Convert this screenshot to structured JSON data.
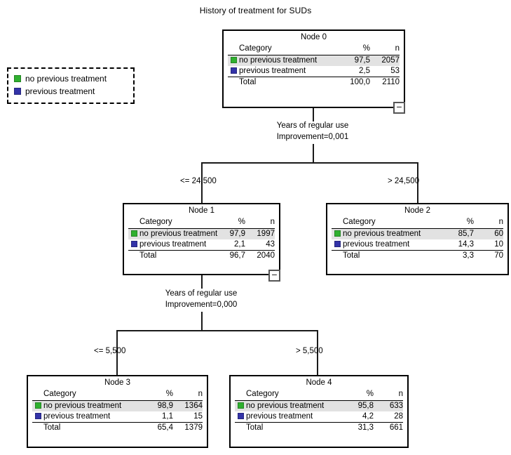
{
  "title": "History of treatment for SUDs",
  "colors": {
    "category_no_previous": "#2fb02f",
    "category_previous": "#3333a8",
    "row_highlight": "#e2e2e2",
    "line": "#1a1a1a"
  },
  "legend": {
    "items": [
      {
        "label": "no previous treatment",
        "color": "#2fb02f"
      },
      {
        "label": "previous treatment",
        "color": "#3333a8"
      }
    ]
  },
  "table_headers": {
    "category": "Category",
    "percent": "%",
    "n": "n",
    "total": "Total"
  },
  "nodes": [
    {
      "id": "node0",
      "title": "Node 0",
      "rows": [
        {
          "label": "no previous treatment",
          "pct": "97,5",
          "n": "2057"
        },
        {
          "label": "previous treatment",
          "pct": "2,5",
          "n": "53"
        }
      ],
      "total": {
        "label": "Total",
        "pct": "100,0",
        "n": "2110"
      },
      "collapse": "−"
    },
    {
      "id": "node1",
      "title": "Node 1",
      "rows": [
        {
          "label": "no previous treatment",
          "pct": "97,9",
          "n": "1997"
        },
        {
          "label": "previous treatment",
          "pct": "2,1",
          "n": "43"
        }
      ],
      "total": {
        "label": "Total",
        "pct": "96,7",
        "n": "2040"
      },
      "collapse": "−"
    },
    {
      "id": "node2",
      "title": "Node 2",
      "rows": [
        {
          "label": "no previous treatment",
          "pct": "85,7",
          "n": "60"
        },
        {
          "label": "previous treatment",
          "pct": "14,3",
          "n": "10"
        }
      ],
      "total": {
        "label": "Total",
        "pct": "3,3",
        "n": "70"
      },
      "collapse": null
    },
    {
      "id": "node3",
      "title": "Node 3",
      "rows": [
        {
          "label": "no previous treatment",
          "pct": "98,9",
          "n": "1364"
        },
        {
          "label": "previous treatment",
          "pct": "1,1",
          "n": "15"
        }
      ],
      "total": {
        "label": "Total",
        "pct": "65,4",
        "n": "1379"
      },
      "collapse": null
    },
    {
      "id": "node4",
      "title": "Node 4",
      "rows": [
        {
          "label": "no previous treatment",
          "pct": "95,8",
          "n": "633"
        },
        {
          "label": "previous treatment",
          "pct": "4,2",
          "n": "28"
        }
      ],
      "total": {
        "label": "Total",
        "pct": "31,3",
        "n": "661"
      },
      "collapse": null
    }
  ],
  "splits": [
    {
      "id": "split0",
      "variable": "Years of regular use",
      "improvement": "Improvement=0,001",
      "left_branch": "<= 24,500",
      "right_branch": "> 24,500"
    },
    {
      "id": "split1",
      "variable": "Years of regular use",
      "improvement": "Improvement=0,000",
      "left_branch": "<= 5,500",
      "right_branch": "> 5,500"
    }
  ],
  "chart_data": {
    "type": "tree",
    "title": "History of treatment for SUDs",
    "target": "History of treatment for SUDs",
    "classes": [
      "no previous treatment",
      "previous treatment"
    ],
    "total_n": 2110,
    "tree": [
      {
        "node": "Node 0",
        "depth": 0,
        "parent": null,
        "branch_condition": null,
        "percent": [
          97.5,
          2.5
        ],
        "counts": [
          2057,
          53
        ],
        "total_percent": 100.0,
        "total_n": 2110,
        "split_variable": "Years of regular use",
        "split_improvement": 0.001
      },
      {
        "node": "Node 1",
        "depth": 1,
        "parent": "Node 0",
        "branch_condition": "<= 24,500",
        "percent": [
          97.9,
          2.1
        ],
        "counts": [
          1997,
          43
        ],
        "total_percent": 96.7,
        "total_n": 2040,
        "split_variable": "Years of regular use",
        "split_improvement": 0.0
      },
      {
        "node": "Node 2",
        "depth": 1,
        "parent": "Node 0",
        "branch_condition": "> 24,500",
        "percent": [
          85.7,
          14.3
        ],
        "counts": [
          60,
          10
        ],
        "total_percent": 3.3,
        "total_n": 70,
        "split_variable": null,
        "split_improvement": null
      },
      {
        "node": "Node 3",
        "depth": 2,
        "parent": "Node 1",
        "branch_condition": "<= 5,500",
        "percent": [
          98.9,
          1.1
        ],
        "counts": [
          1364,
          15
        ],
        "total_percent": 65.4,
        "total_n": 1379,
        "split_variable": null,
        "split_improvement": null
      },
      {
        "node": "Node 4",
        "depth": 2,
        "parent": "Node 1",
        "branch_condition": "> 5,500",
        "percent": [
          95.8,
          4.2
        ],
        "counts": [
          633,
          28
        ],
        "total_percent": 31.3,
        "total_n": 661,
        "split_variable": null,
        "split_improvement": null
      }
    ]
  }
}
